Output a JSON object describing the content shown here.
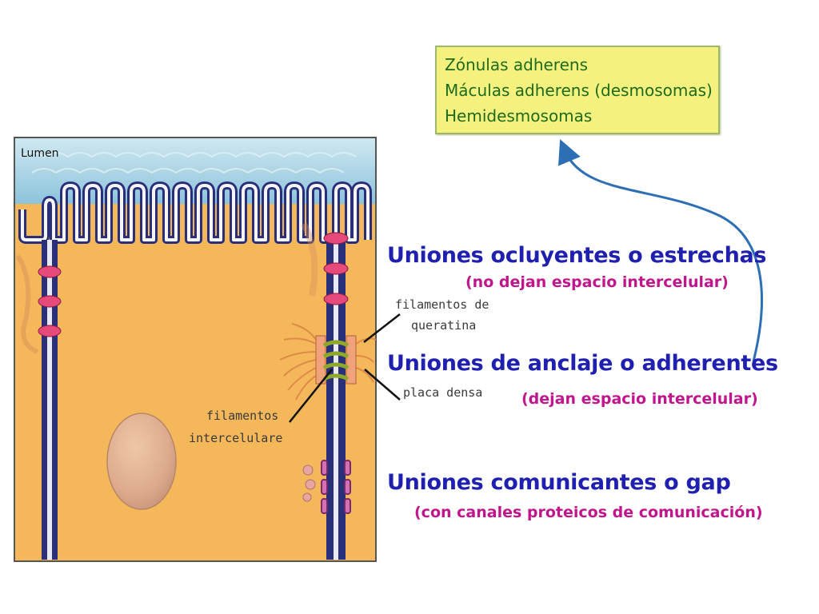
{
  "lumen_label": "Lumen",
  "box": {
    "items": [
      "Zónulas adherens",
      "Máculas adherens (desmosomas)",
      "Hemidesmosomas"
    ]
  },
  "junctions": [
    {
      "title": "Uniones ocluyentes o estrechas",
      "note": "(no dejan espacio intercelular)"
    },
    {
      "title": "Uniones de anclaje o adherentes",
      "note": "(dejan espacio intercelular)"
    },
    {
      "title": "Uniones comunicantes o gap",
      "note": "(con canales proteicos de comunicación)"
    }
  ],
  "labels": {
    "keratin": [
      "filamentos de",
      "queratina"
    ],
    "dense_plate": "placa densa",
    "intercellular_filaments": [
      "filamentos",
      "intercelulare"
    ]
  },
  "colors": {
    "cytoplasm": "#f4b85a",
    "membrane": "#2a2f7a",
    "lumen_bg": "#a9d6e8",
    "box_fill": "#f4f17e",
    "heading": "#1f1fb0",
    "note": "#c0158c",
    "box_text": "#1e6b1e",
    "arrow": "#2d6fb5"
  }
}
